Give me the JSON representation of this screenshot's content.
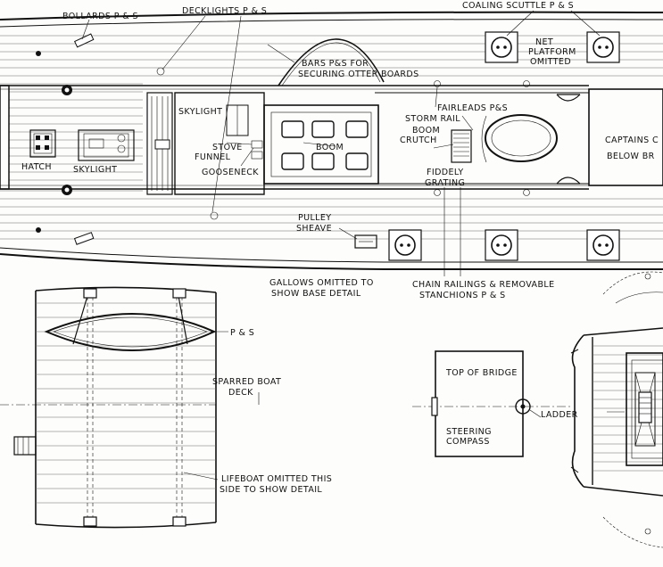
{
  "labels": {
    "bollards": "BOLLARDS P & S",
    "decklights": "DECKLIGHTS P & S",
    "coaling": "COALING SCUTTLE P & S",
    "net1": "NET",
    "net2": "PLATFORM",
    "net3": "OMITTED",
    "bars1": "BARS P&S FOR",
    "bars2": "SECURING OTTER BOARDS",
    "fairleads": "FAIRLEADS P&S",
    "stormrail": "STORM RAIL",
    "skylight_top": "SKYLIGHT",
    "stove1": "STOVE",
    "stove2": "FUNNEL",
    "gooseneck": "GOOSENECK",
    "boom": "BOOM",
    "crutch1": "BOOM",
    "crutch2": "CRUTCH",
    "captains1": "CAPTAINS C",
    "captains2": "BELOW BR",
    "hatch": "HATCH",
    "skylight_aft": "SKYLIGHT",
    "fiddely1": "FIDDELY",
    "fiddely2": "GRATING",
    "pulley1": "PULLEY",
    "pulley2": "SHEAVE",
    "gallows1": "GALLOWS OMITTED TO",
    "gallows2": "SHOW BASE DETAIL",
    "chain1": "CHAIN RAILINGS & REMOVABLE",
    "chain2": "STANCHIONS P & S",
    "ps": "P & S",
    "sparred1": "SPARRED BOAT",
    "sparred2": "DECK",
    "lifeboat1": "LIFEBOAT OMITTED THIS",
    "lifeboat2": "SIDE TO SHOW DETAIL",
    "topbridge": "TOP OF BRIDGE",
    "steering1": "STEERING",
    "steering2": "COMPASS",
    "ladder": "LADDER"
  }
}
